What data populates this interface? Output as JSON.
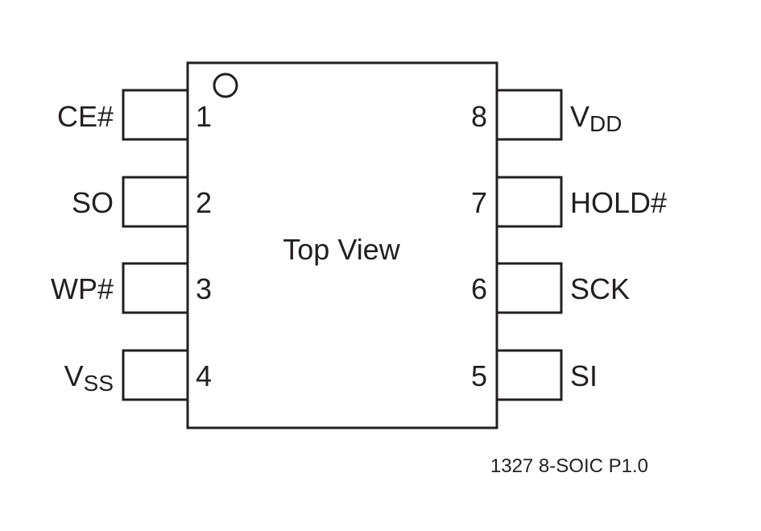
{
  "chip": {
    "center_label": "Top View",
    "caption": "1327 8-SOIC P1.0"
  },
  "pins": [
    {
      "number": "1",
      "name": "CE#",
      "sub": ""
    },
    {
      "number": "2",
      "name": "SO",
      "sub": ""
    },
    {
      "number": "3",
      "name": "WP#",
      "sub": ""
    },
    {
      "number": "4",
      "name": "V",
      "sub": "SS"
    },
    {
      "number": "5",
      "name": "SI",
      "sub": ""
    },
    {
      "number": "6",
      "name": "SCK",
      "sub": ""
    },
    {
      "number": "7",
      "name": "HOLD#",
      "sub": ""
    },
    {
      "number": "8",
      "name": "V",
      "sub": "DD"
    }
  ],
  "colors": {
    "stroke": "#231f20",
    "fill": "#ffffff"
  }
}
